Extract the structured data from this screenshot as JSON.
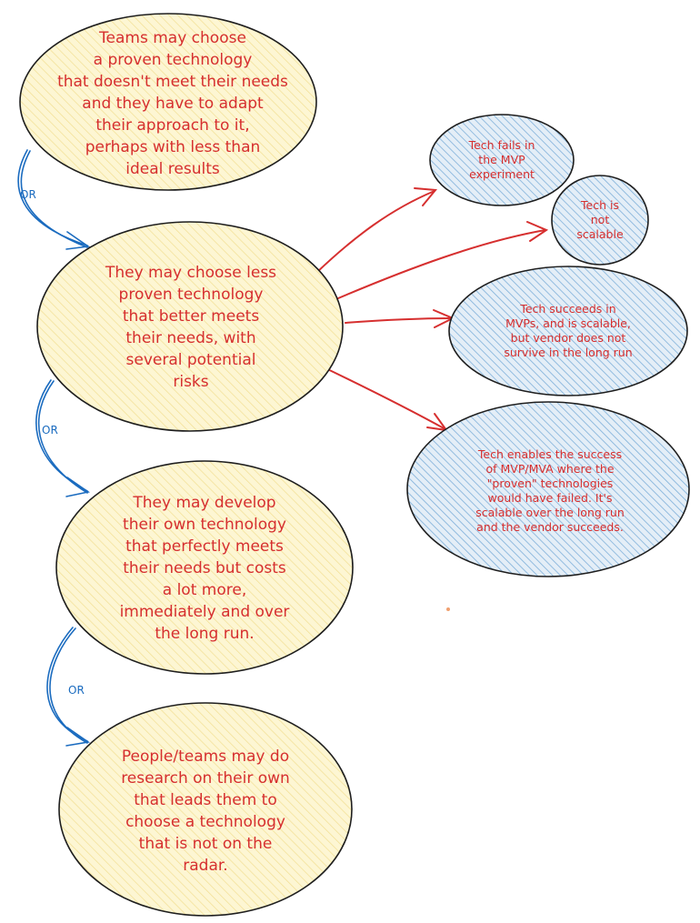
{
  "colors": {
    "yellow_fill": "#fdf4c8",
    "blue_fill": "#a9cbe8",
    "red": "#d62f2f",
    "blue": "#1a6bbf",
    "stroke": "#1e1e1e"
  },
  "options": [
    {
      "id": "proven",
      "text": "Teams may choose\na proven technology\nthat doesn't meet their needs\nand they have to adapt\ntheir approach to it,\nperhaps with less than\nideal results"
    },
    {
      "id": "less-proven",
      "text": "They may choose less\nproven technology\nthat better meets\ntheir needs, with\nseveral potential\nrisks"
    },
    {
      "id": "own-tech",
      "text": "They may develop\ntheir own technology\nthat perfectly meets\ntheir needs but costs\na lot more,\nimmediately and over\nthe long run."
    },
    {
      "id": "research",
      "text": "People/teams may do\nresearch on their own\nthat leads them to\nchoose a technology\nthat is not on the\nradar."
    }
  ],
  "or_labels": [
    "OR",
    "OR",
    "OR"
  ],
  "risks": [
    {
      "id": "fails-mvp",
      "text": "Tech fails in\nthe MVP\nexperiment"
    },
    {
      "id": "not-scalable",
      "text": "Tech is\nnot\nscalable"
    },
    {
      "id": "vendor-fails",
      "text": "Tech succeeds in\nMVPs, and is scalable,\nbut vendor does not\nsurvive in the long run"
    },
    {
      "id": "success",
      "text": "Tech enables the success\nof MVP/MVA where the\n\"proven\" technologies\nwould have failed. It's\nscalable over the long run\nand the vendor succeeds."
    }
  ]
}
